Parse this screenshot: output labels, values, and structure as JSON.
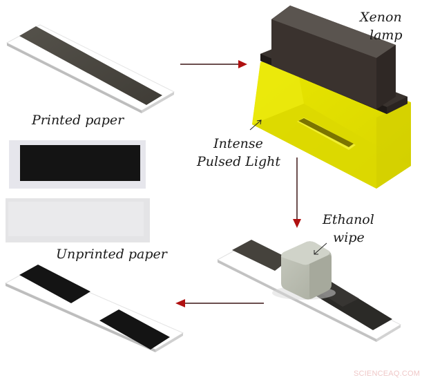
{
  "diagram": {
    "type": "process-flow",
    "steps": [
      {
        "id": "printed",
        "label": "Printed paper"
      },
      {
        "id": "ipl",
        "label_line1": "Intense",
        "label_line2": "Pulsed Light"
      },
      {
        "id": "lamp",
        "label_line1": "Xenon",
        "label_line2": "lamp"
      },
      {
        "id": "wipe",
        "label_line1": "Ethanol",
        "label_line2": "wipe"
      },
      {
        "id": "unprinted",
        "label": "Unprinted paper"
      }
    ],
    "arrows": [
      {
        "from": "printed",
        "to": "ipl",
        "direction": "right"
      },
      {
        "from": "ipl",
        "to": "wipe",
        "direction": "down"
      },
      {
        "from": "wipe",
        "to": "unprinted",
        "direction": "left"
      }
    ],
    "colors": {
      "arrow_line": "#3a1414",
      "arrow_head": "#b01010",
      "ink_strip": "#4a4740",
      "ink_black": "#151515",
      "paper": "#ffffff",
      "paper_edge": "#c8c8c8",
      "lamp_body": "#3e3733",
      "lamp_flange": "#2b2522",
      "light_cone": "#e6e400",
      "wipe_cube": "#b9bcb0"
    },
    "watermark": "SCIENCEAQ.COM"
  }
}
